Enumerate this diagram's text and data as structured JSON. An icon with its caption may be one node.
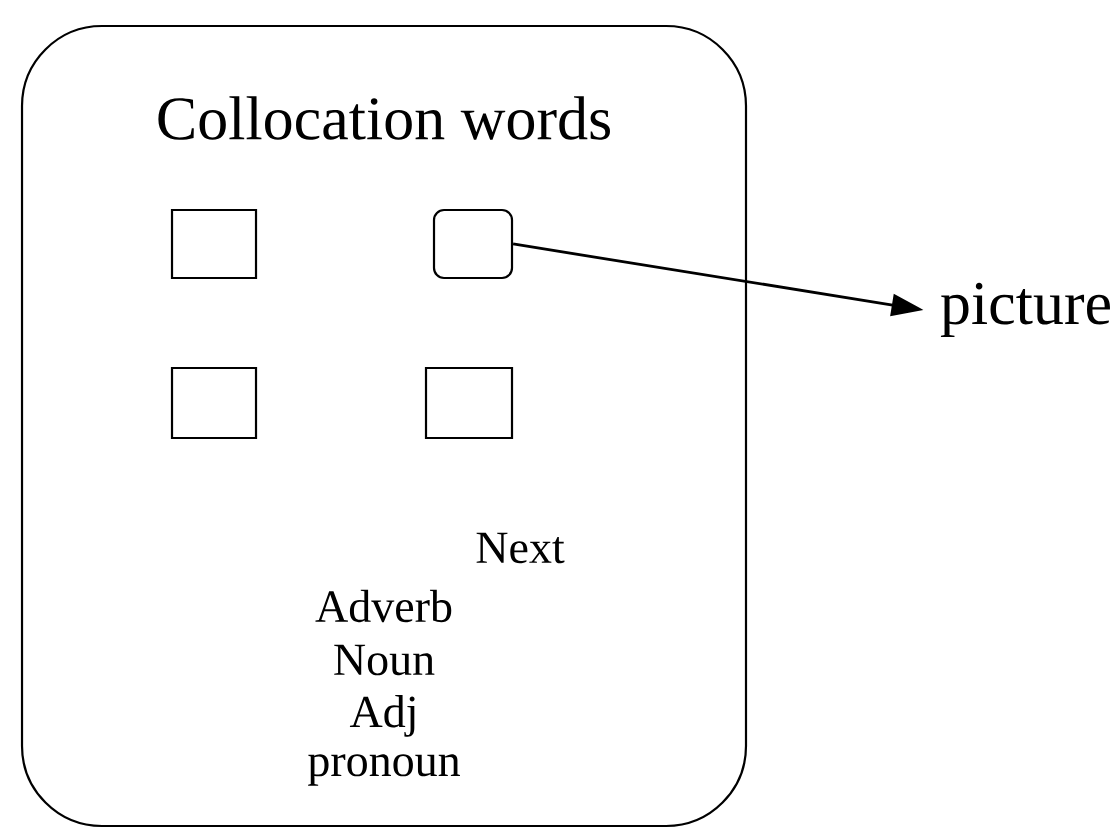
{
  "diagram": {
    "nodes": [
      {
        "text": [
          "Collocation words",
          "Next",
          "Adverb",
          "Noun",
          "Adj",
          "pronoun"
        ]
      },
      {
        "text": [],
        "shape": "box",
        "in": 0
      },
      {
        "text": [],
        "shape": "box",
        "in": 0
      },
      {
        "text": [],
        "shape": "box",
        "in": 0
      },
      {
        "text": [],
        "shape": "box",
        "in": 0
      },
      {
        "text": [
          "picture"
        ]
      }
    ],
    "edges": [
      {
        "from": 2,
        "to": 5,
        "arrow": "to"
      }
    ]
  }
}
